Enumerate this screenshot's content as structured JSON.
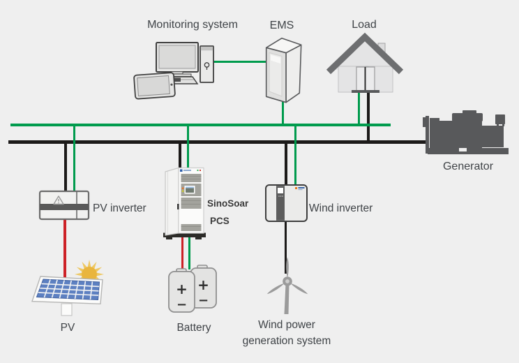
{
  "colors": {
    "background": "#efefef",
    "bus_green": "#009b4d",
    "line_black": "#1c1a19",
    "wire_red": "#cd2127",
    "label_text": "#3f4347",
    "generator_gray": "#58595b"
  },
  "labels": {
    "monitoring_system": "Monitoring system",
    "ems": "EMS",
    "load": "Load",
    "generator": "Generator",
    "pv_inverter": "PV inverter",
    "pcs_brand": "SinoSoar",
    "pcs_name": "PCS",
    "wind_inverter": "Wind inverter",
    "pv": "PV",
    "battery": "Battery",
    "wind_power_line1": "Wind power",
    "wind_power_line2": "generation system"
  },
  "battery_terminals": {
    "plus": "+",
    "minus": "−"
  }
}
